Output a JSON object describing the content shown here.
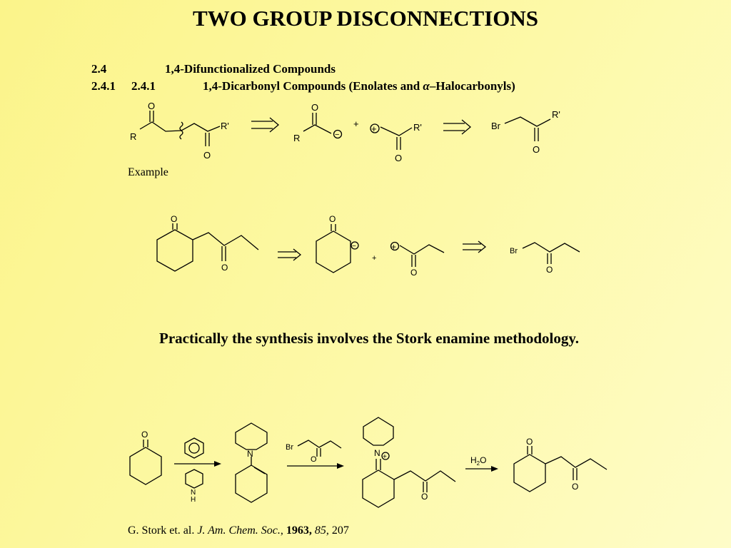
{
  "slide": {
    "title": "TWO GROUP DISCONNECTIONS",
    "section": {
      "number": "2.4",
      "title": "1,4-Difunctionalized Compounds"
    },
    "subsection": {
      "number": "2.4.1",
      "number_repeat": "2.4.1",
      "title": "1,4-Dicarbonyl Compounds (Enolates and ",
      "alpha": "α",
      "dash": "–",
      "title_end": "Halocarbonyls)"
    },
    "example_label": "Example",
    "note": "Practically the synthesis involves the Stork enamine methodology.",
    "reference": {
      "author": "G. Stork et. al. ",
      "journal": "J. Am. Chem. Soc.",
      "sep": ", ",
      "year": "1963,",
      "volume": "85",
      "page": ", 207"
    }
  },
  "scheme": {
    "atom_o": "O",
    "atom_n": "N",
    "atom_h": "H",
    "group_r": "R",
    "group_r_prime": "R'",
    "atom_br": "Br",
    "plus": "+",
    "minus": "−",
    "water": {
      "h": "H",
      "sub": "2",
      "o": "O"
    }
  }
}
